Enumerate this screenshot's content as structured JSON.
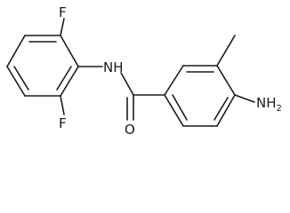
{
  "molecule": {
    "atoms": {
      "fluorine_top": "F",
      "fluorine_bottom": "F",
      "amide_nh": "NH",
      "carbonyl_o": "O",
      "amino_n": "NH",
      "amino_h2_subscript": "2"
    },
    "bond_color": "#1a1a1a",
    "background": "#ffffff"
  }
}
